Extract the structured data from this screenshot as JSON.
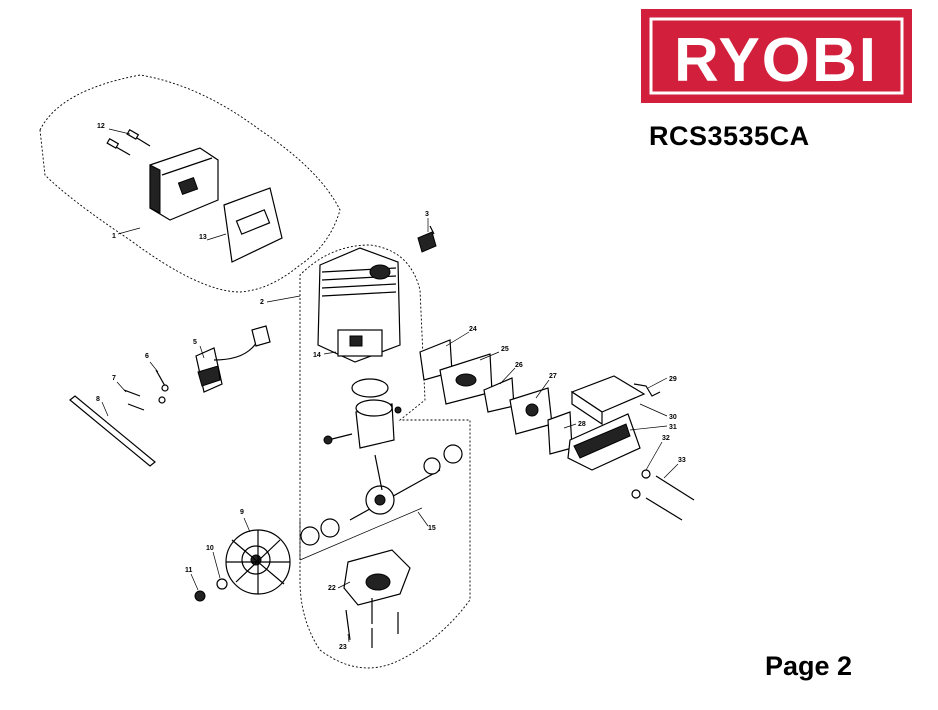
{
  "brand": {
    "logo_text": "RYOBI",
    "logo_bg": "#d21f3c",
    "logo_fg": "#ffffff"
  },
  "model": "RCS3535CA",
  "page": "Page 2",
  "callouts": [
    "1",
    "2",
    "3",
    "5",
    "6",
    "7",
    "8",
    "9",
    "10",
    "11",
    "12",
    "13",
    "14",
    "15",
    "22",
    "23",
    "24",
    "25",
    "26",
    "27",
    "28",
    "29",
    "30",
    "31",
    "32",
    "33"
  ]
}
